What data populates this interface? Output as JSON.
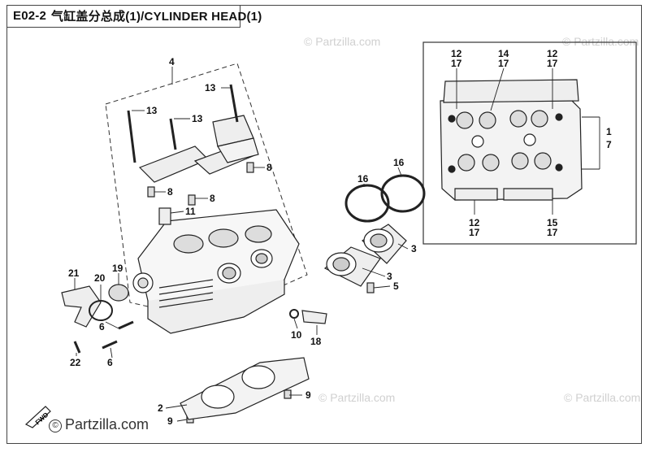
{
  "title": {
    "code": "E02-2",
    "text": "气缸盖分总成(1)/CYLINDER HEAD(1)"
  },
  "brand": {
    "symbol": "©",
    "name": "Partzilla.com",
    "watermark": "© Partzilla.com"
  },
  "fwd_label": "FWD",
  "callouts": {
    "c4": "4",
    "c13a": "13",
    "c13b": "13",
    "c13c": "13",
    "c8a": "8",
    "c8b": "8",
    "c8c": "8",
    "c11": "11",
    "c16a": "16",
    "c16b": "16",
    "c3a": "3",
    "c3b": "3",
    "c5": "5",
    "c21": "21",
    "c20": "20",
    "c19": "19",
    "c6a": "6",
    "c6b": "6",
    "c22": "22",
    "c10": "10",
    "c18": "18",
    "c9a": "9",
    "c9b": "9",
    "c2": "2",
    "i12a": "12",
    "i17a": "17",
    "i14": "14",
    "i17b": "17",
    "i12b": "12",
    "i17c": "17",
    "i1": "1",
    "i7": "7",
    "i12c": "12",
    "i17d": "17",
    "i15": "15",
    "i17e": "17"
  }
}
